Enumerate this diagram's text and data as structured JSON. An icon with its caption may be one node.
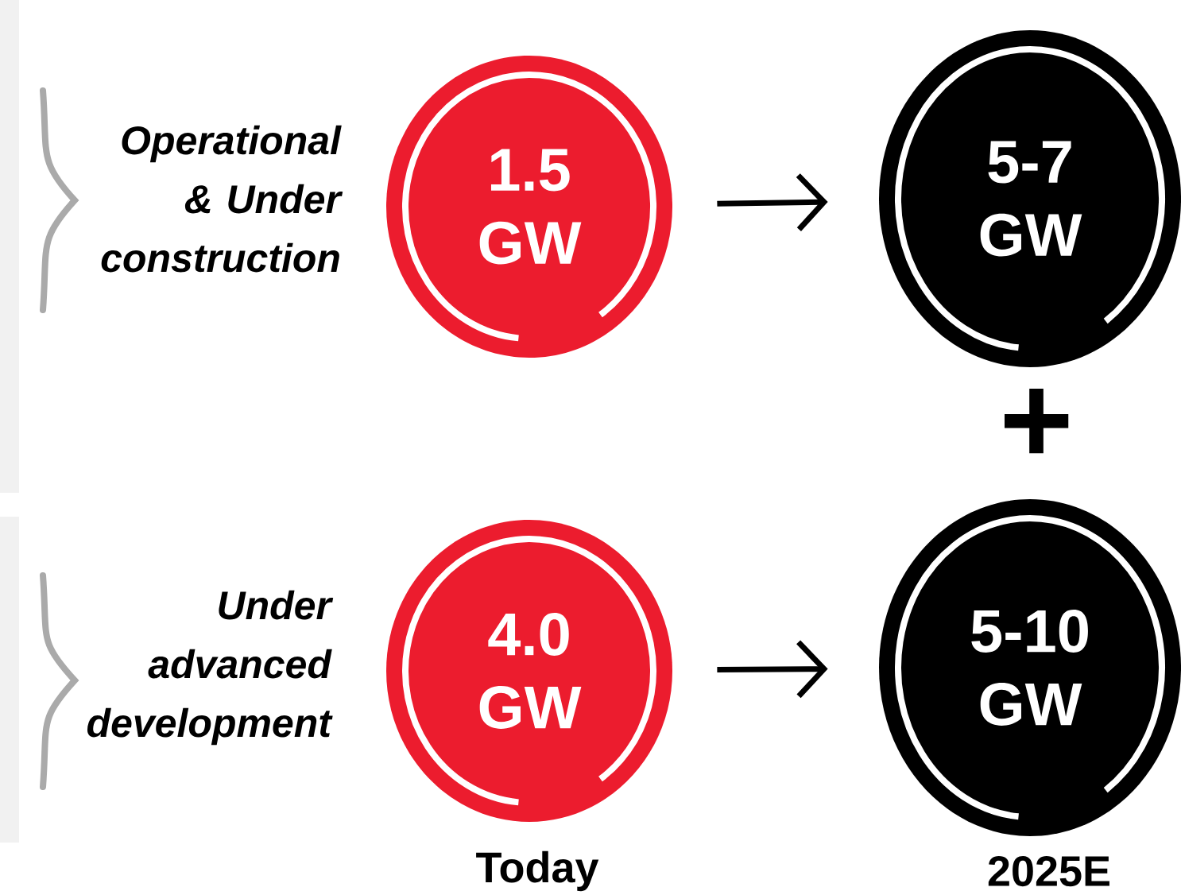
{
  "diagram": {
    "nodes": [
      {
        "text": [
          "1.5 GW"
        ]
      },
      {
        "text": [
          "5-7 GW"
        ]
      },
      {
        "text": [
          "4.0 GW"
        ]
      },
      {
        "text": [
          "5-10 GW"
        ]
      }
    ],
    "edges": [
      {
        "from": 0,
        "to": 1,
        "arrow": "to"
      },
      {
        "from": 2,
        "to": 3,
        "arrow": "to"
      }
    ],
    "labels": [
      "Operational & Under construction",
      "+",
      "Under advanced development",
      "Today",
      "2025E"
    ]
  }
}
